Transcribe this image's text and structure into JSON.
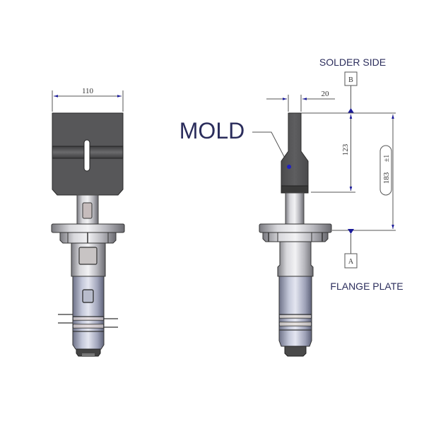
{
  "diagram": {
    "type": "technical-drawing",
    "subject": "ultrasonic welding transducer with horn",
    "colors": {
      "dimension_line": "#1a1a9a",
      "label_text": "#2b2d5c",
      "horn_dark": "#58585a",
      "metal_light": "#c8c8cc",
      "metal_blue": "#aab0c8"
    },
    "left_view": {
      "width_dimension": "110"
    },
    "right_view": {
      "mold_label": "MOLD",
      "top_label": "SOLDER SIDE",
      "bottom_label": "FLANGE PLATE",
      "datum_top": "B",
      "datum_bottom": "A",
      "tip_width_dimension": "20",
      "horn_length_dimension": "123",
      "overall_length_dimension": "183",
      "overall_length_tolerance": "±1"
    }
  }
}
